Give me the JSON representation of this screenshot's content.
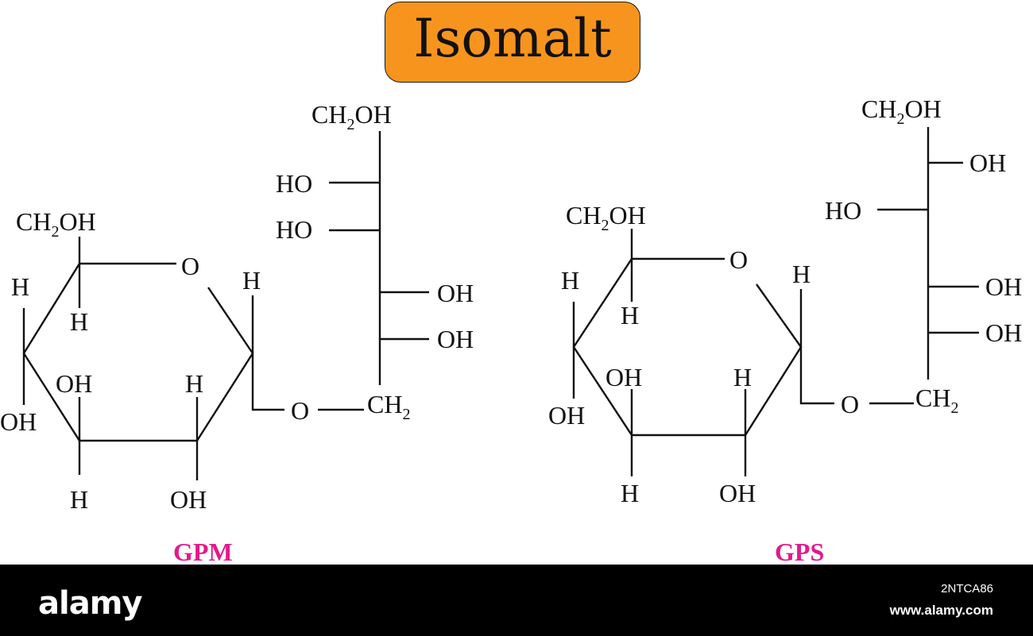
{
  "title": "Isomalt",
  "labels": {
    "ch2oh": "CH",
    "sub2": "2",
    "oh": "OH",
    "ho": "HO",
    "h": "H",
    "o": "O",
    "ch2": "CH"
  },
  "molecules": [
    {
      "name": "GPM",
      "color": "#e3198c"
    },
    {
      "name": "GPS",
      "color": "#e3198c"
    }
  ],
  "footer": {
    "brand": "alamy",
    "image_code": "2NTCA86",
    "site": "www.alamy.com"
  },
  "colors": {
    "title_box": "#f7941d",
    "footer_bg": "#000000",
    "name_color": "#e3198c"
  }
}
